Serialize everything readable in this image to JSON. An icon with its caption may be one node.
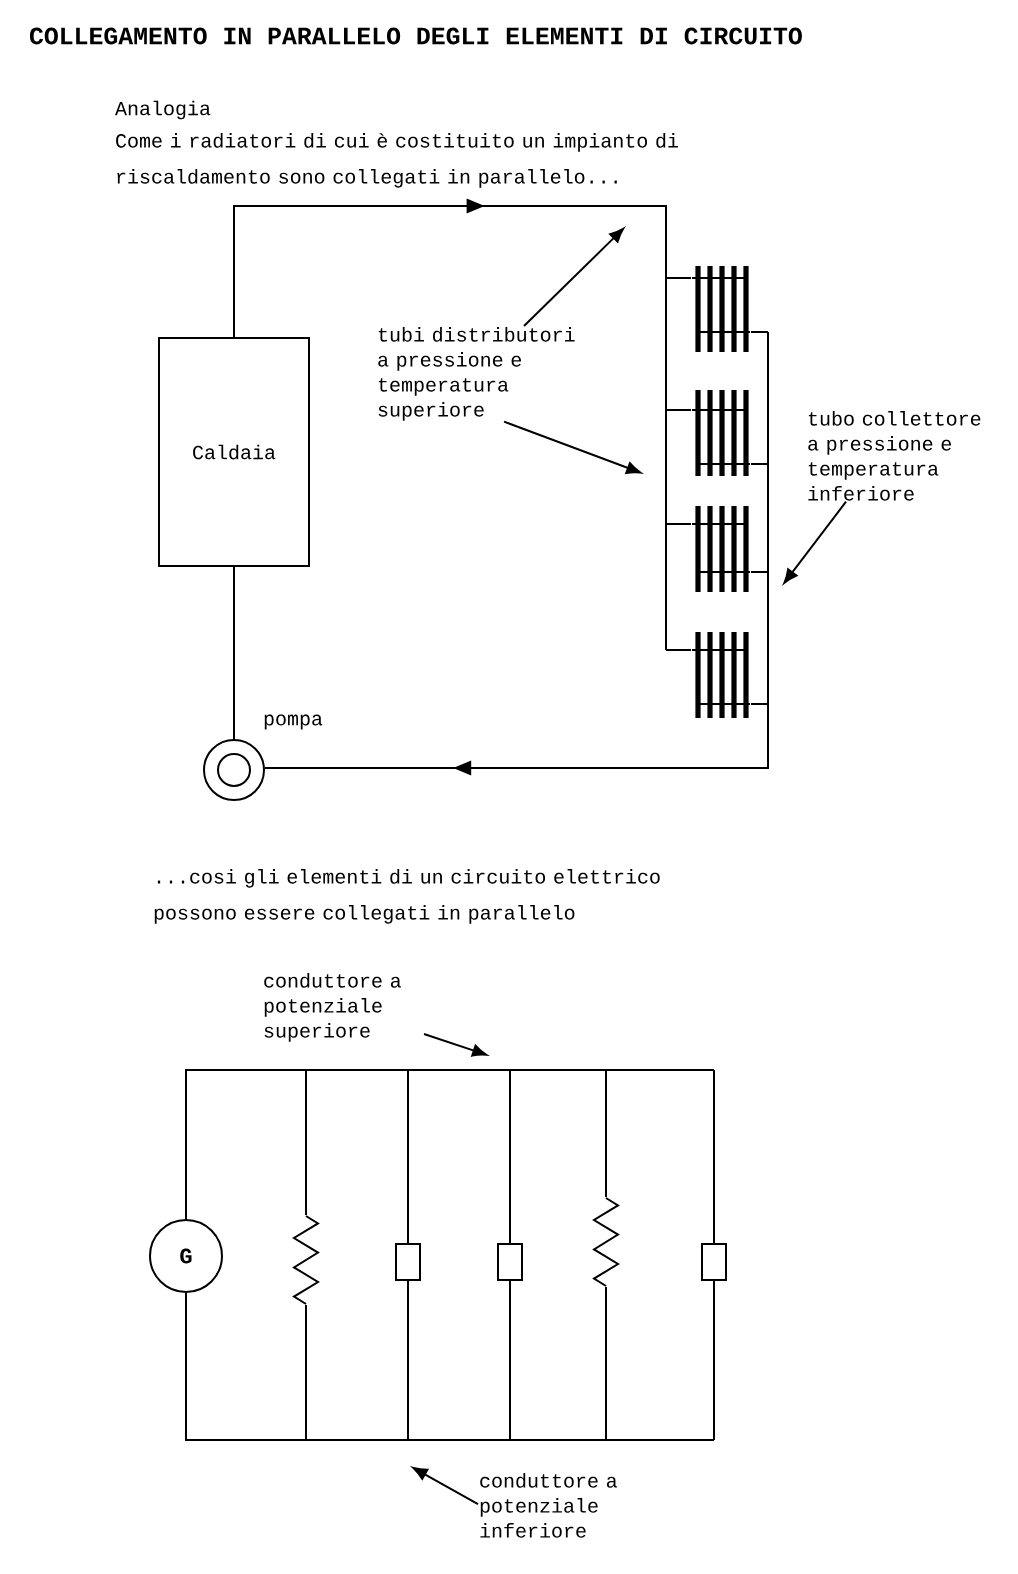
{
  "diagram": {
    "title": "COLLEGAMENTO IN PARALLELO DEGLI ELEMENTI DI CIRCUITO",
    "nodes": [
      {
        "text": [
          "Caldaia"
        ]
      },
      {
        "text": [],
        "shape": "radiator"
      },
      {
        "text": [],
        "shape": "radiator"
      },
      {
        "text": [],
        "shape": "radiator"
      },
      {
        "text": [],
        "shape": "radiator"
      },
      {
        "text": [
          "tubi distributori a pressione e temperatura superiore"
        ]
      },
      {
        "text": [
          "tubo collettore a pressione e temperatura inferiore"
        ]
      },
      {
        "text": [],
        "shape": "circle",
        "beside": [
          "pompa"
        ]
      },
      {
        "text": [
          "conduttore a potenziale superiore"
        ]
      },
      {
        "text": [
          "G"
        ]
      },
      {
        "text": [],
        "shape": "resistor"
      },
      {
        "text": [],
        "shape": "box"
      },
      {
        "text": [],
        "shape": "box"
      },
      {
        "text": [],
        "shape": "resistor"
      },
      {
        "text": [],
        "shape": "box"
      },
      {
        "text": [
          "conduttore a potenziale inferiore"
        ]
      }
    ],
    "edges": [
      {
        "from": 0,
        "to": 1,
        "arrow": "to"
      },
      {
        "from": 0,
        "to": 2,
        "arrow": "to"
      },
      {
        "from": 0,
        "to": 3,
        "arrow": "to"
      },
      {
        "from": 0,
        "to": 4,
        "arrow": "to"
      },
      {
        "from": 1,
        "to": 7,
        "arrow": "to"
      },
      {
        "from": 2,
        "to": 7,
        "arrow": "to"
      },
      {
        "from": 3,
        "to": 7,
        "arrow": "to"
      },
      {
        "from": 4,
        "to": 7,
        "arrow": "to"
      },
      {
        "from": 7,
        "to": 0,
        "arrow": "none"
      },
      {
        "from": 5,
        "to": null,
        "arrow": "to"
      },
      {
        "from": 5,
        "to": null,
        "arrow": "to"
      },
      {
        "from": 6,
        "to": null,
        "arrow": "to"
      },
      {
        "from": 8,
        "to": null,
        "arrow": "to"
      },
      {
        "from": 15,
        "to": null,
        "arrow": "to"
      },
      {
        "from": 9,
        "to": 10,
        "arrow": "none"
      },
      {
        "from": 9,
        "to": 11,
        "arrow": "none"
      },
      {
        "from": 9,
        "to": 12,
        "arrow": "none"
      },
      {
        "from": 9,
        "to": 13,
        "arrow": "none"
      },
      {
        "from": 9,
        "to": 14,
        "arrow": "none"
      },
      {
        "from": 9,
        "to": 10,
        "arrow": "none"
      },
      {
        "from": 9,
        "to": 11,
        "arrow": "none"
      },
      {
        "from": 9,
        "to": 12,
        "arrow": "none"
      },
      {
        "from": 9,
        "to": 13,
        "arrow": "none"
      },
      {
        "from": 9,
        "to": 14,
        "arrow": "none"
      }
    ],
    "labels": [
      "Analogia",
      "Come i radiatori di cui è costituito un impianto di riscaldamento sono collegati in parallelo...",
      "...cosi gli elementi di un circuito elettrico possono essere collegati in parallelo"
    ]
  }
}
